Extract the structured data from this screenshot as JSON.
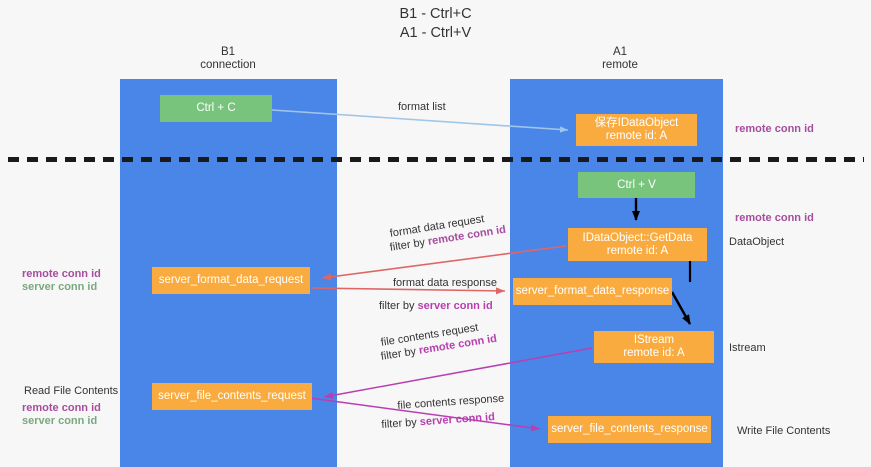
{
  "title": {
    "line1": "B1 - Ctrl+C",
    "line2": "A1 - Ctrl+V"
  },
  "columns": [
    {
      "id": "b1",
      "name": "B1",
      "role": "connection"
    },
    {
      "id": "a1",
      "name": "A1",
      "role": "remote"
    }
  ],
  "colors": {
    "band": "#4a86e8",
    "orange": "#f9ab40",
    "green": "#78c47c",
    "purple": "#a64d9e",
    "server_green": "#7aa87f",
    "magenta": "#b83fb0",
    "arrow_blue": "#9fc5e8",
    "arrow_red": "#e06666",
    "arrow_black": "#000000",
    "dashed": "#1a1a1a"
  },
  "boxes": {
    "ctrl_c": "Ctrl + C",
    "idataobject": "保存IDataObject\nremote id: A",
    "idataobject_line1": "保存IDataObject",
    "idataobject_line2": "remote id: A",
    "ctrl_v": "Ctrl + V",
    "getdata_line1": "IDataObject::GetData",
    "getdata_line2": "remote id: A",
    "server_format_data_request": "server_format_data_request",
    "server_format_data_response": "server_format_data_response",
    "istream_line1": "IStream",
    "istream_line2": "remote id: A",
    "server_file_contents_request": "server_file_contents_request",
    "server_file_contents_response": "server_file_contents_response"
  },
  "edge_labels": {
    "format_list": "format list",
    "format_data_request": "format data request",
    "filter_by": "filter by ",
    "remote_conn_id": "remote conn id",
    "server_conn_id": "server conn id",
    "format_data_response": "format data response",
    "file_contents_request": "file contents request",
    "file_contents_response": "file contents response"
  },
  "annotations": {
    "remote_conn_id_top": "remote conn id",
    "remote_conn_id_mid": "remote conn id",
    "dataobject": "DataObject",
    "istream": "Istream",
    "write_file_contents": "Write File Contents",
    "read_file_contents": "Read File Contents",
    "remote_conn_id_left_mid": "remote conn id",
    "server_conn_id_left_mid": "server conn id",
    "remote_conn_id_left_bot": "remote conn id",
    "server_conn_id_left_bot": "server conn id"
  }
}
